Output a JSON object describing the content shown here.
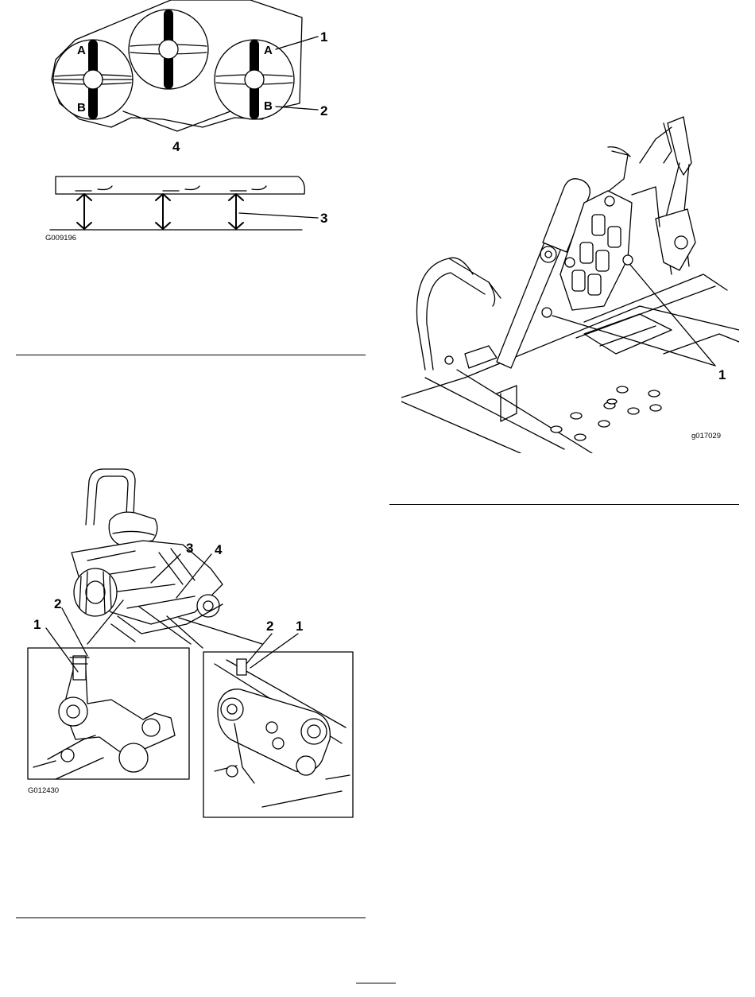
{
  "figures": {
    "blade_diagram": {
      "code": "G009196",
      "blade_letters": {
        "a": "A",
        "b": "B"
      },
      "callouts": {
        "one": "1",
        "two": "2",
        "three": "3",
        "four": "4"
      }
    },
    "linkage_detail": {
      "code": "G012430",
      "callouts": {
        "one": "1",
        "two": "2",
        "three": "3",
        "four": "4"
      }
    },
    "console_view": {
      "code": "g017029",
      "callouts": {
        "one": "1"
      }
    }
  }
}
